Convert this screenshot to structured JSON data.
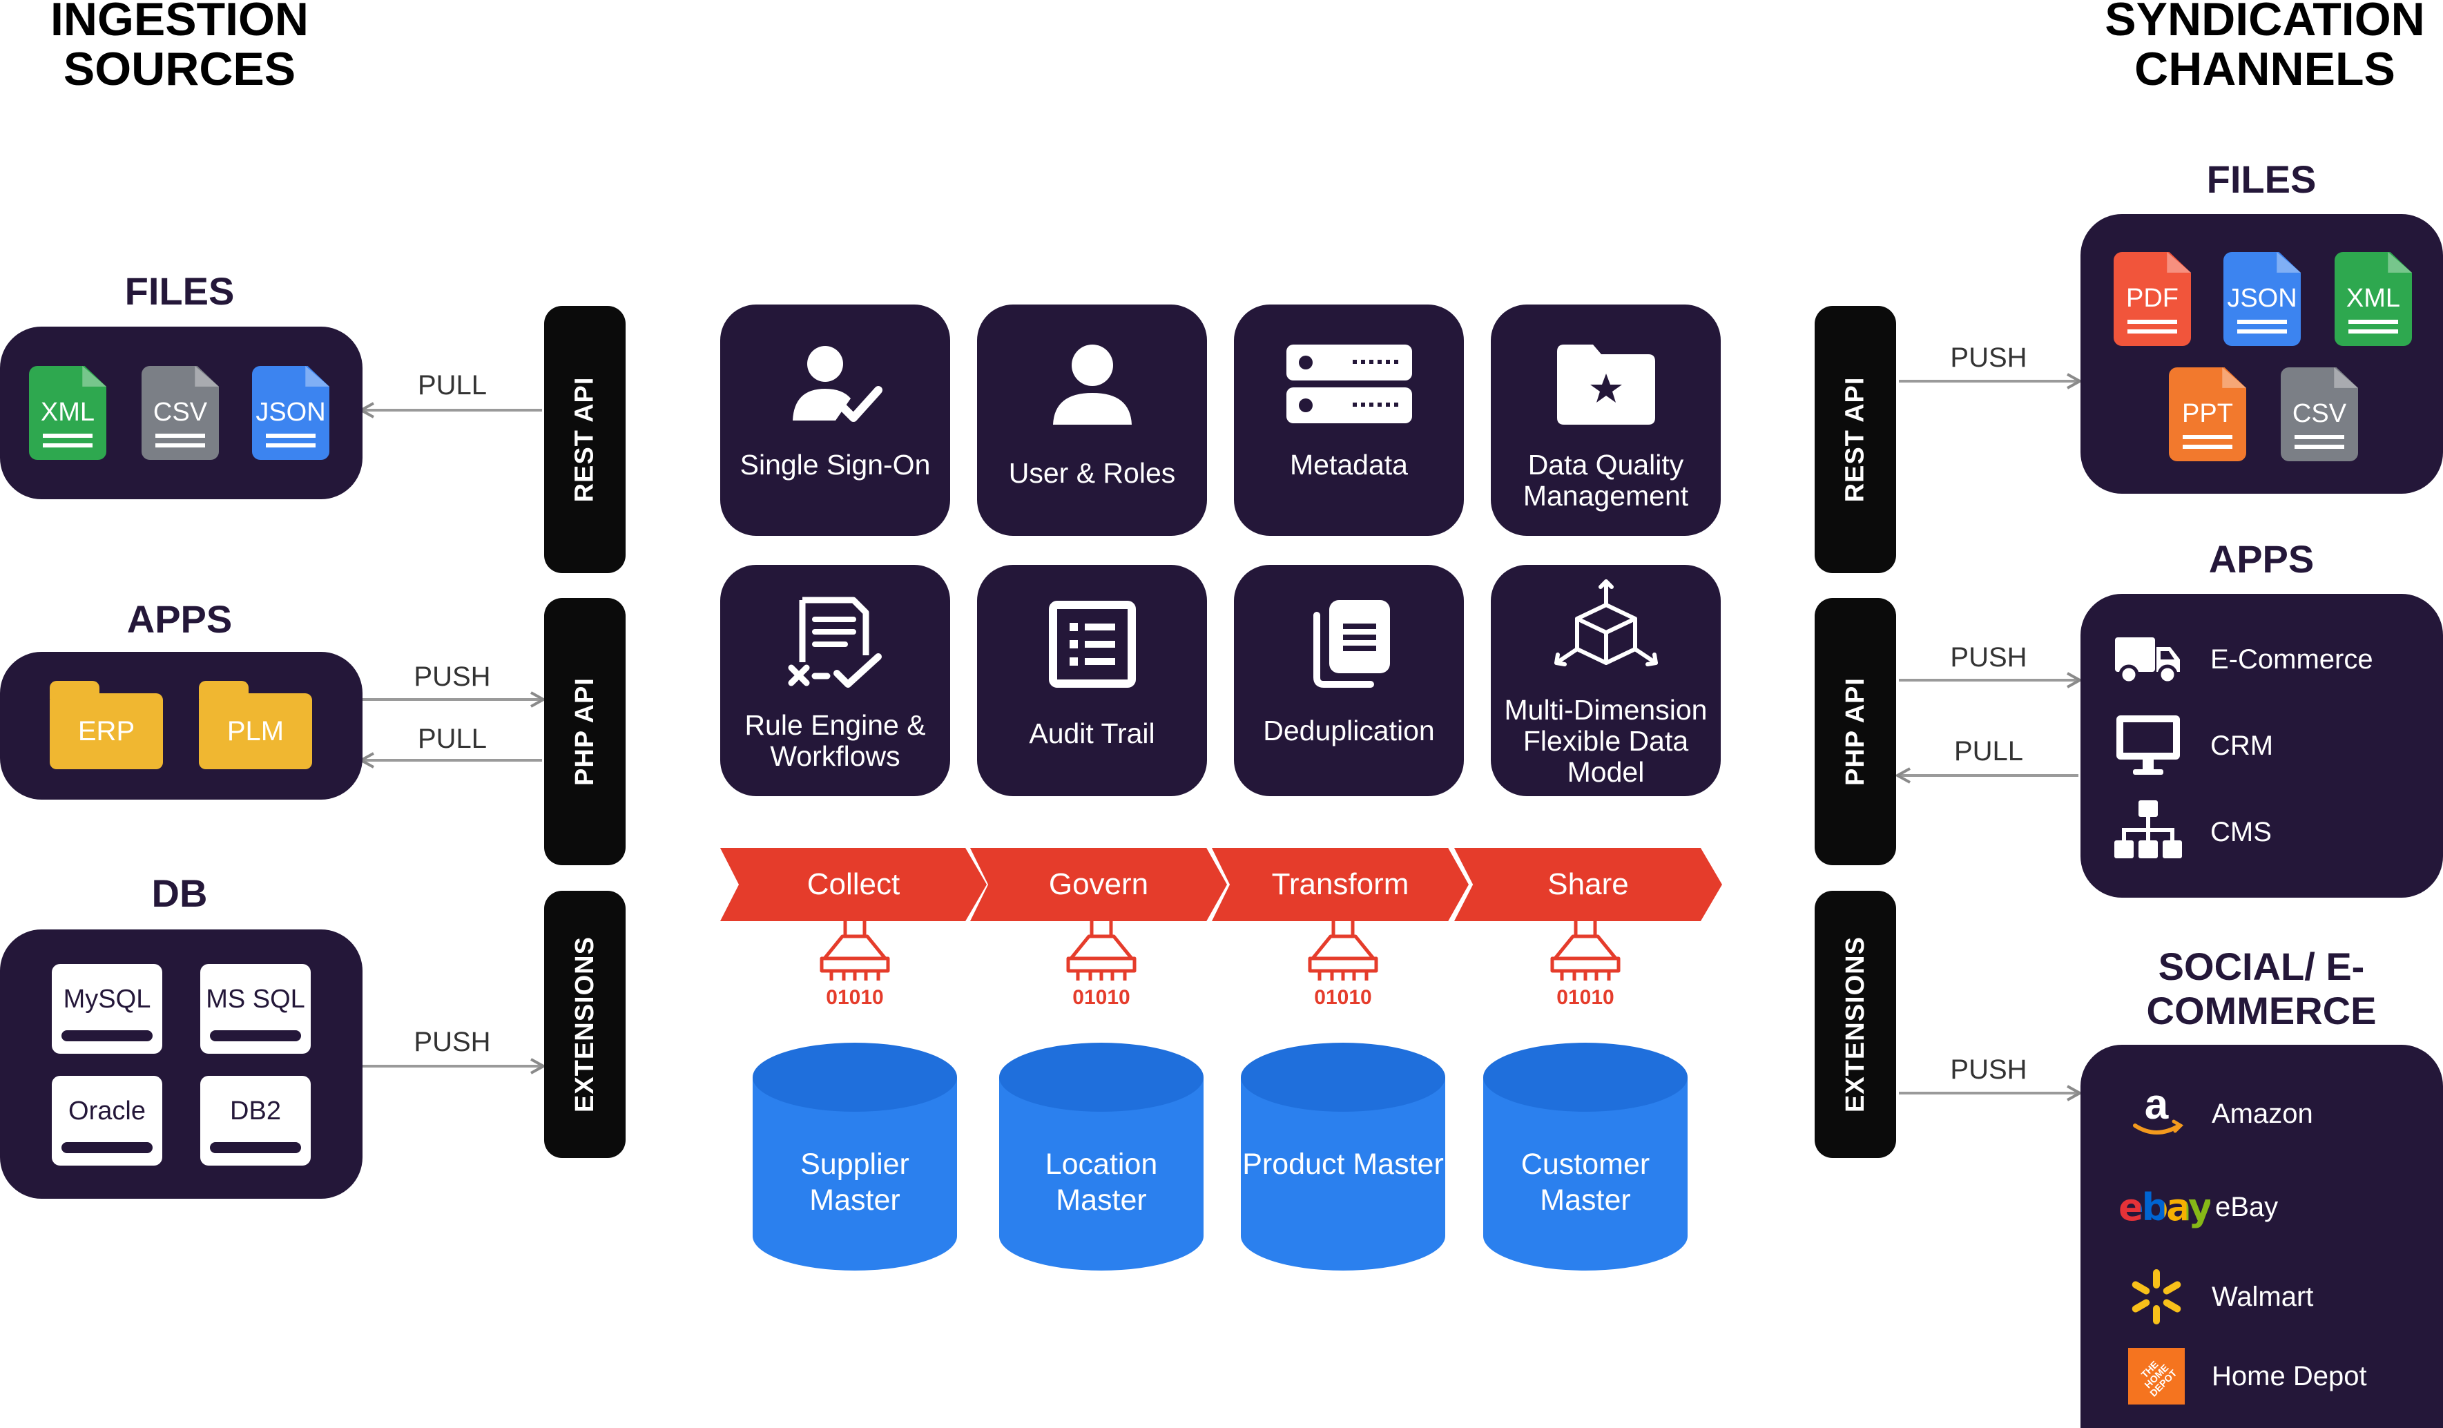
{
  "headings": {
    "ingestion": "INGESTION SOURCES",
    "syndication": "SYNDICATION CHANNELS",
    "left_files": "FILES",
    "left_apps": "APPS",
    "left_db": "DB",
    "right_files": "FILES",
    "right_apps": "APPS",
    "right_social": "SOCIAL/ E-COMMERCE"
  },
  "api_bars": {
    "rest": "REST API",
    "php": "PHP API",
    "extensions": "EXTENSIONS"
  },
  "arrows": {
    "left_files": "PULL",
    "left_apps_push": "PUSH",
    "left_apps_pull": "PULL",
    "left_db": "PUSH",
    "right_files": "PUSH",
    "right_apps_push": "PUSH",
    "right_apps_pull": "PULL",
    "right_social": "PUSH"
  },
  "left_files": [
    "XML",
    "CSV",
    "JSON"
  ],
  "left_apps": [
    "ERP",
    "PLM"
  ],
  "left_db": [
    "MySQL",
    "MS SQL",
    "Oracle",
    "DB2"
  ],
  "right_files": [
    "PDF",
    "JSON",
    "XML",
    "PPT",
    "CSV"
  ],
  "right_apps": [
    {
      "label": "E-Commerce",
      "icon": "truck-icon"
    },
    {
      "label": "CRM",
      "icon": "monitor-icon"
    },
    {
      "label": "CMS",
      "icon": "sitemap-icon"
    }
  ],
  "right_social": [
    {
      "label": "Amazon",
      "icon": "amazon-logo"
    },
    {
      "label": "eBay",
      "icon": "ebay-logo"
    },
    {
      "label": "Walmart",
      "icon": "walmart-logo"
    },
    {
      "label": "Home Depot",
      "icon": "home-depot-logo"
    }
  ],
  "features": [
    {
      "label": "Single Sign-On",
      "icon": "user-check-icon"
    },
    {
      "label": "User & Roles",
      "icon": "user-icon"
    },
    {
      "label": "Metadata",
      "icon": "server-icon"
    },
    {
      "label": "Data Quality Management",
      "icon": "folder-star-icon"
    },
    {
      "label": "Rule Engine & Workflows",
      "icon": "checklist-icon"
    },
    {
      "label": "Audit Trail",
      "icon": "list-icon"
    },
    {
      "label": "Deduplication",
      "icon": "copy-icon"
    },
    {
      "label": "Multi-Dimension Flexible Data Model",
      "icon": "cube-axes-icon"
    }
  ],
  "stages": [
    "Collect",
    "Govern",
    "Transform",
    "Share"
  ],
  "binary_text": "01010",
  "masters": [
    "Supplier Master",
    "Location Master",
    "Product Master",
    "Customer Master"
  ],
  "logo_text": {
    "ebay": "ebay",
    "home_depot": "THE HOME DEPOT"
  },
  "colors": {
    "panel": "#241739",
    "api_bar": "#0b0b0b",
    "stage_red": "#e53c2b",
    "master_blue": "#2b80ee",
    "master_blue_top": "#1f6fdc",
    "xml": "#2ea84f",
    "csv": "#7b7f86",
    "json": "#3c84f0",
    "pdf": "#f1553b",
    "ppt": "#f2792d",
    "folder": "#f0b731"
  }
}
